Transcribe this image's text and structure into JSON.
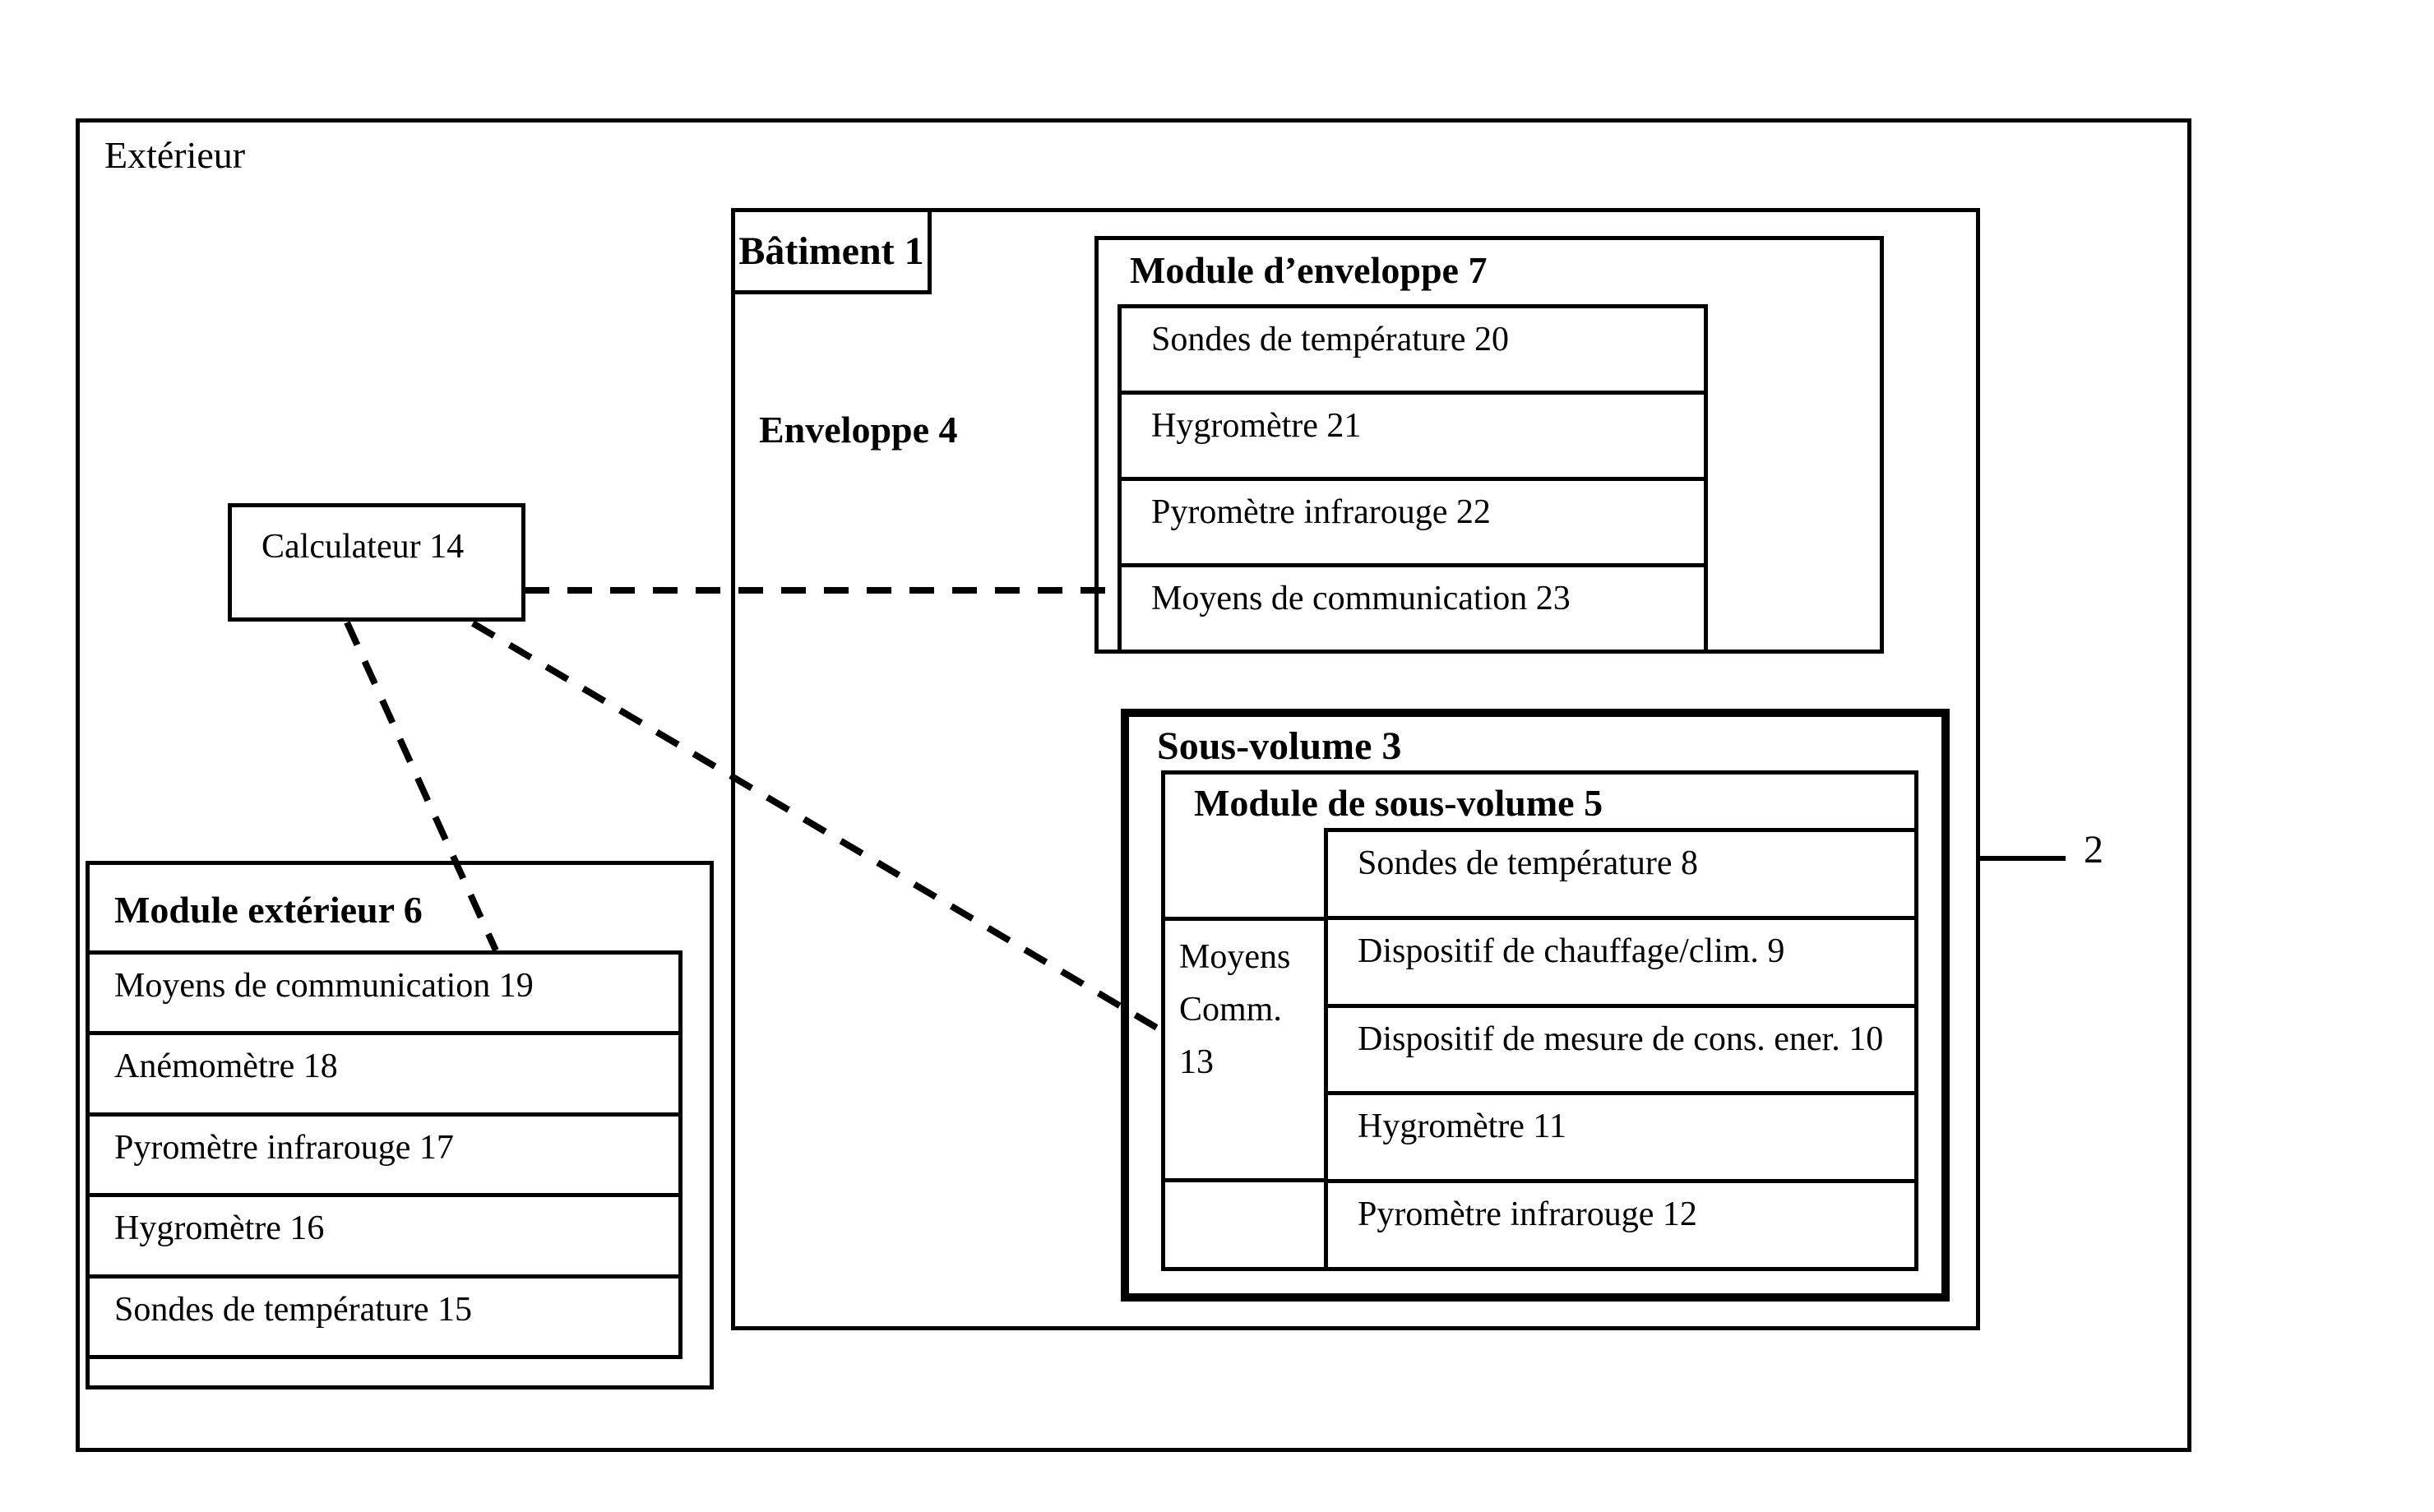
{
  "outer_box": {
    "label": "Extérieur"
  },
  "batiment": {
    "title": "Bâtiment 1",
    "enveloppe_label": "Enveloppe 4",
    "ref_label": "2"
  },
  "module_enveloppe": {
    "title": "Module d’enveloppe 7",
    "rows": [
      "Sondes de température 20",
      "Hygromètre 21",
      "Pyromètre infrarouge 22",
      "Moyens de communication 23"
    ]
  },
  "sous_volume": {
    "title": "Sous-volume 3"
  },
  "module_sous_volume": {
    "title": "Module de sous-volume 5",
    "comm_cell_lines": [
      "Moyens",
      "Comm.",
      "13"
    ],
    "rows": [
      "Sondes de température 8",
      "Dispositif de chauffage/clim. 9",
      "Dispositif de mesure de cons. ener. 10",
      "Hygromètre 11",
      "Pyromètre infrarouge 12"
    ]
  },
  "calculateur": {
    "label": "Calculateur 14"
  },
  "module_exterieur": {
    "title": "Module extérieur 6",
    "rows": [
      "Moyens de communication 19",
      "Anémomètre 18",
      "Pyromètre infrarouge 17",
      "Hygromètre 16",
      "Sondes de température 15"
    ]
  }
}
